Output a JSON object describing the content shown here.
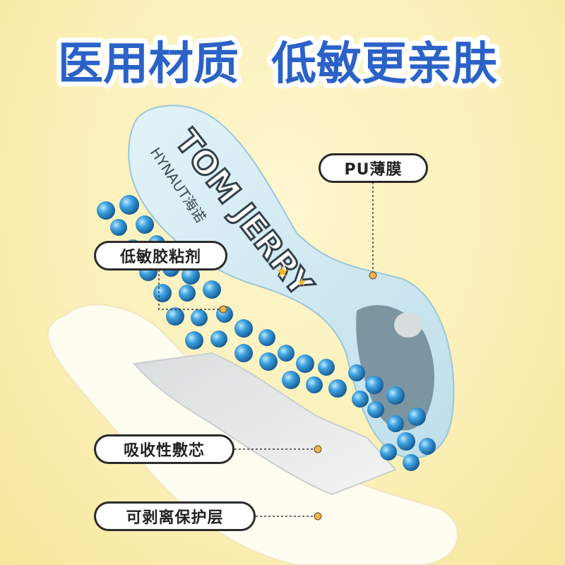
{
  "headline": {
    "part1": "医用材质",
    "part2": "低敏更亲肤",
    "fill_color": "#2b62c8",
    "outline_color": "#ffffff"
  },
  "layers": [
    {
      "label": "PU薄膜"
    },
    {
      "label": "低敏胶粘剂"
    },
    {
      "label": "吸收性敷芯"
    },
    {
      "label": "可剥离保护层"
    }
  ],
  "print": {
    "logo_text": "TOM JERRY",
    "brand_text": "HYNAUT海诺",
    "stars": "★"
  },
  "colors": {
    "background": "#fbf0b8",
    "pad_blue": "#cfe9f3",
    "bead_blue": "#2f8fd0",
    "leader_dot": "#e9a93a"
  }
}
